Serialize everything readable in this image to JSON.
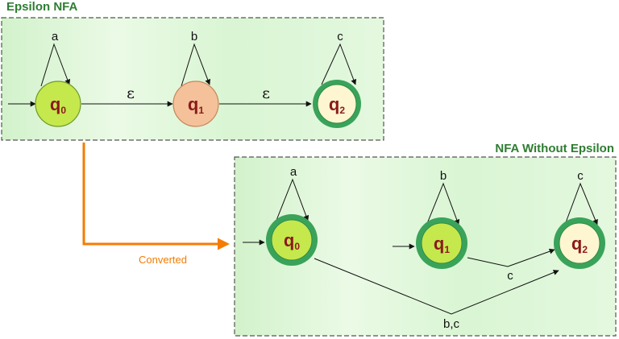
{
  "top_panel": {
    "title": "Epsilon NFA"
  },
  "bottom_panel": {
    "title": "NFA Without Epsilon"
  },
  "connector": {
    "label": "Converted",
    "color": "#f57c00"
  },
  "epsilon_nfa": {
    "states": [
      {
        "name": "q",
        "sub": "0",
        "type": "start",
        "fill": "#c5e84d"
      },
      {
        "name": "q",
        "sub": "1",
        "type": "normal",
        "fill": "#f5c19a"
      },
      {
        "name": "q",
        "sub": "2",
        "type": "accept",
        "fill": "#fdf6d0"
      }
    ],
    "self_loops": [
      "a",
      "b",
      "c"
    ],
    "transitions": [
      "ε",
      "ε"
    ]
  },
  "nfa": {
    "states": [
      {
        "name": "q",
        "sub": "0",
        "type": "start-accept",
        "fill": "#c5e84d"
      },
      {
        "name": "q",
        "sub": "1",
        "type": "start-accept",
        "fill": "#c5e84d"
      },
      {
        "name": "q",
        "sub": "2",
        "type": "accept",
        "fill": "#fdf6d0"
      }
    ],
    "self_loops": [
      "a",
      "b",
      "c"
    ],
    "transitions": [
      "c",
      "b,c"
    ]
  },
  "colors": {
    "panel_fill": "#d9f5d3",
    "accept_ring": "#3aa35a",
    "state_label": "#8b1a1a",
    "title": "#2e7d32"
  }
}
